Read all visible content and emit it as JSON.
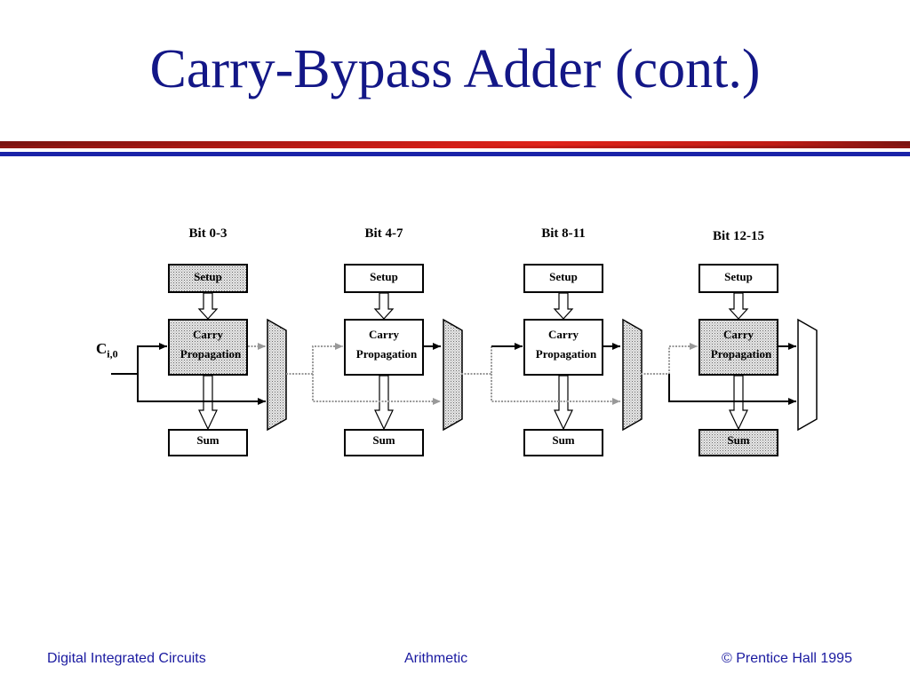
{
  "slide": {
    "title": "Carry-Bypass Adder (cont.)",
    "colors": {
      "title": "#131787",
      "bar_dark": "#7a1410",
      "bar_red": "#d81f17",
      "bar_blue": "#1a23a8",
      "footer": "#1a1aa0",
      "shaded_fill": "#d9d9d9"
    }
  },
  "diagram": {
    "input_carry_label": "C",
    "input_carry_subscript": "i,0",
    "stages": [
      {
        "bit_label": "Bit 0-3",
        "setup": "Setup",
        "carry_line1": "Carry",
        "carry_line2": "Propagation",
        "sum": "Sum"
      },
      {
        "bit_label": "Bit 4-7",
        "setup": "Setup",
        "carry_line1": "Carry",
        "carry_line2": "Propagation",
        "sum": "Sum"
      },
      {
        "bit_label": "Bit 8-11",
        "setup": "Setup",
        "carry_line1": "Carry",
        "carry_line2": "Propagation",
        "sum": "Sum"
      },
      {
        "bit_label": "Bit 12-15",
        "setup": "Setup",
        "carry_line1": "Carry",
        "carry_line2": "Propagation",
        "sum": "Sum"
      }
    ]
  },
  "footer": {
    "left": "Digital Integrated Circuits",
    "center": "Arithmetic",
    "right": "© Prentice Hall 1995"
  }
}
